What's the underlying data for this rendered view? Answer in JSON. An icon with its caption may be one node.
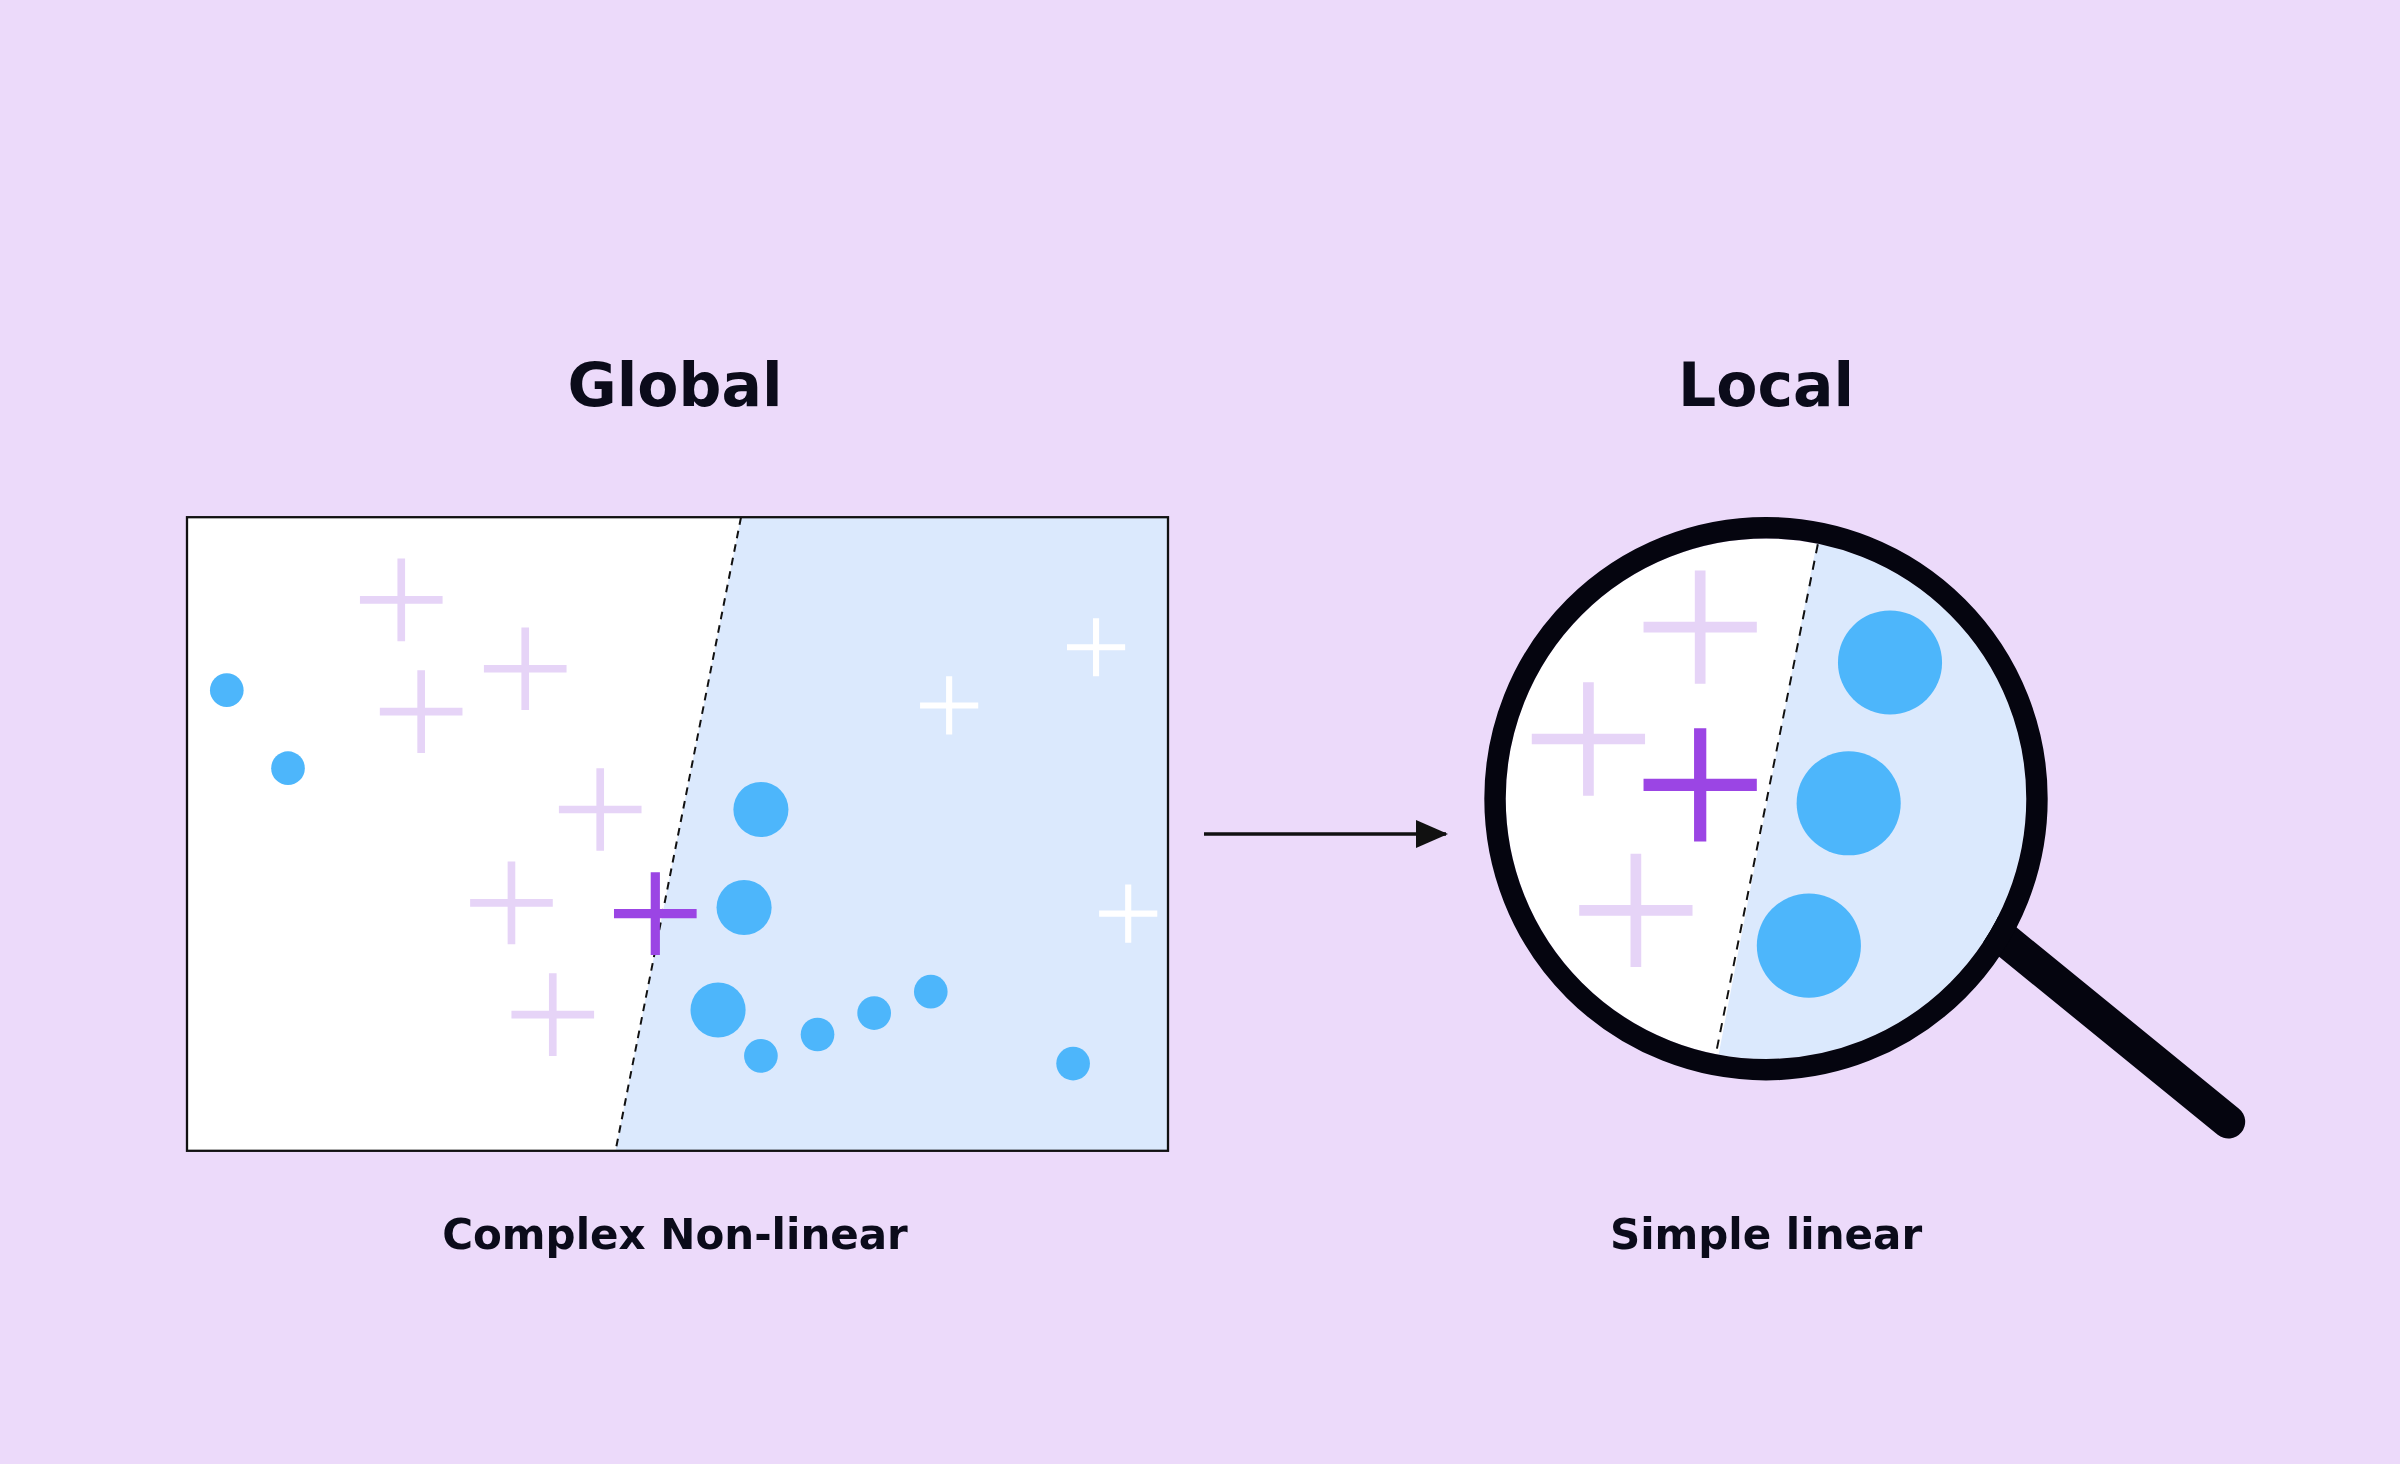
{
  "diagram": {
    "nodes": [
      {
        "text": [
          "Global"
        ],
        "beside": [
          "Complex Non-linear"
        ]
      },
      {
        "text": [
          "Local"
        ],
        "beside": [
          "Simple linear"
        ]
      }
    ],
    "edges": [
      {
        "from": 0,
        "to": 1,
        "arrow": "to"
      }
    ]
  }
}
